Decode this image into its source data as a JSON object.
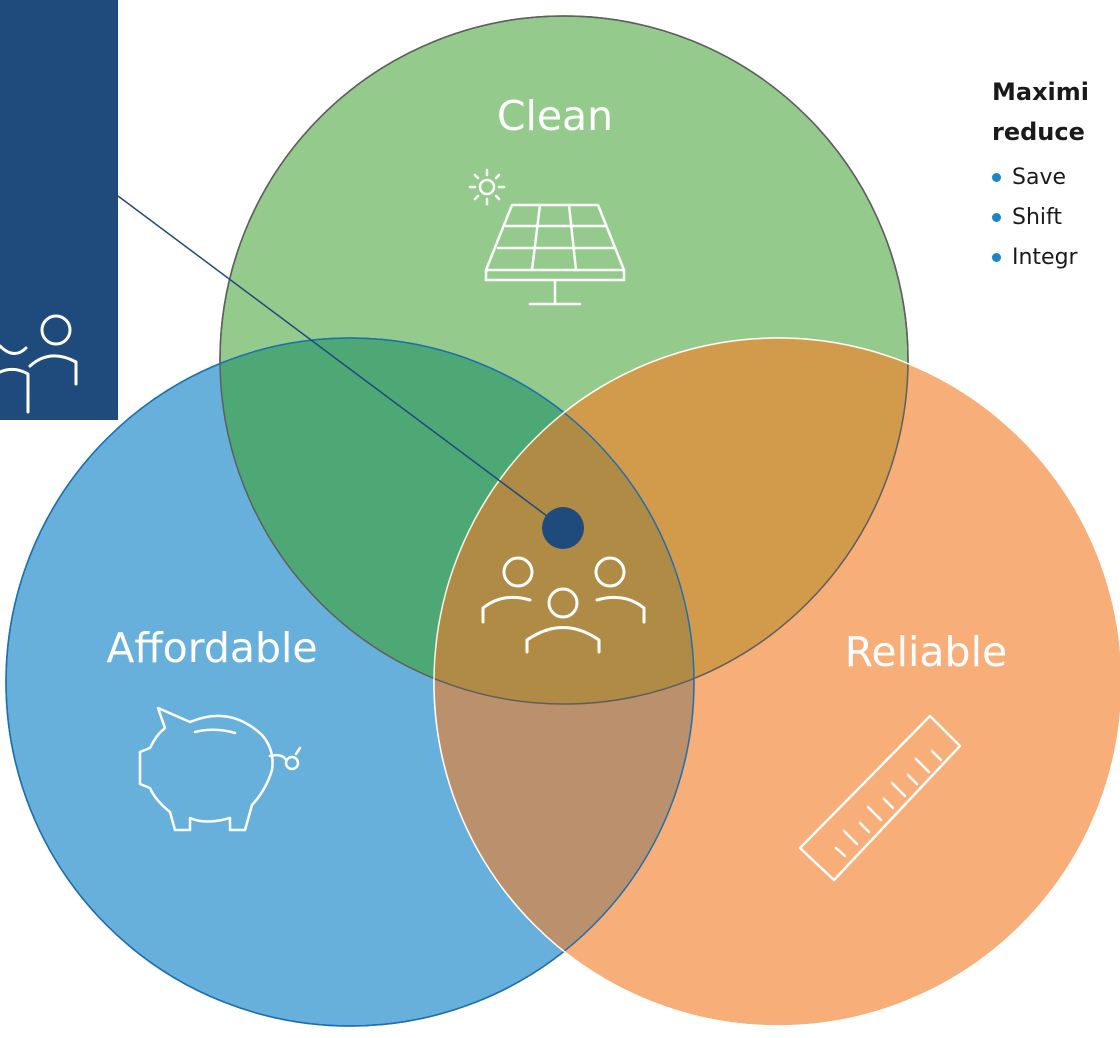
{
  "circles": {
    "clean": {
      "label": "Clean",
      "color": "#7dbf73",
      "icon": "solar-panel-icon"
    },
    "affordable": {
      "label": "Affordable",
      "color": "#4ca2d6",
      "icon": "piggy-bank-icon"
    },
    "reliable": {
      "label": "Reliable",
      "color": "#f59c5c",
      "icon": "ruler-icon"
    }
  },
  "center": {
    "icon": "people-group-icon",
    "marker_color": "#1f4a7c"
  },
  "side_panel": {
    "color": "#1f4a7c",
    "icon": "people-group-icon"
  },
  "text_block": {
    "heading_lines": [
      "Maximi",
      "reduce"
    ],
    "bullets": [
      "Save",
      "Shift",
      "Integr"
    ],
    "bullet_color": "#1a85c8"
  }
}
